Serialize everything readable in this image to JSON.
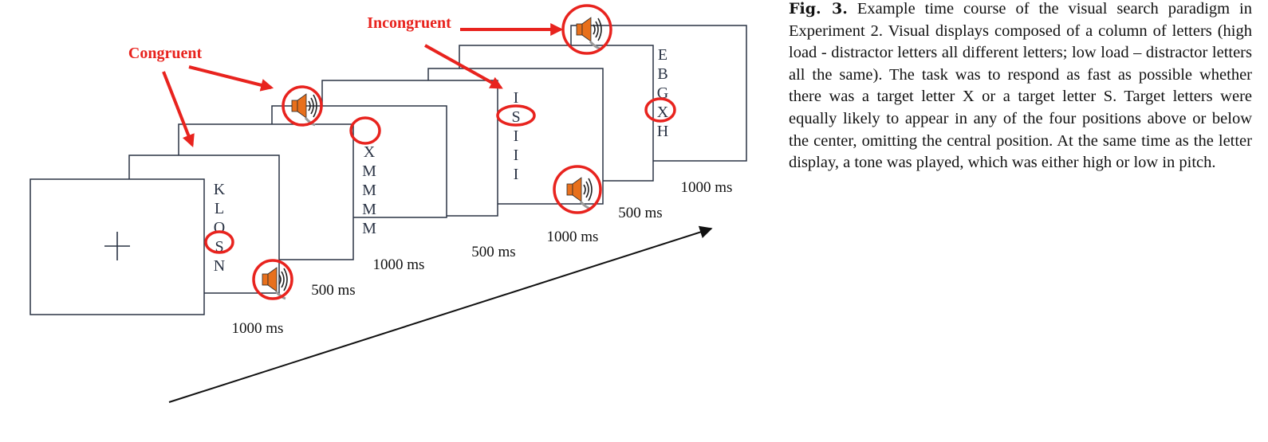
{
  "colors": {
    "frame": "#2a3344",
    "text": "#111111",
    "letters": "#2a3344",
    "highlight": "#e8231e",
    "speaker": "#e8701c"
  },
  "annotations": {
    "congruent": "Congruent",
    "incongruent": "Incongruent"
  },
  "icons": {
    "fixation": "cross-icon",
    "speaker": "speaker-icon",
    "time_arrow": "arrow-icon"
  },
  "frames": [
    {
      "letters": [
        "+"
      ],
      "duration": "1000 ms"
    },
    {
      "letters": [
        "K",
        "L",
        "O",
        "S",
        "N"
      ],
      "duration": "500 ms",
      "target": "S"
    },
    {
      "letters": [],
      "duration": "1000 ms"
    },
    {
      "letters": [
        "X",
        "M",
        "M",
        "M",
        "M"
      ],
      "duration": "500 ms",
      "target": "X"
    },
    {
      "letters": [],
      "duration": "1000 ms"
    },
    {
      "letters": [
        "I",
        "S",
        "I",
        "I",
        "I"
      ],
      "duration": "500 ms",
      "target": "S"
    },
    {
      "letters": [],
      "duration": "1000 ms"
    },
    {
      "letters": [
        "E",
        "B",
        "G",
        "X",
        "H"
      ],
      "duration": "",
      "target": "X"
    }
  ],
  "caption": {
    "label": "Fig. 3.",
    "text": "Example time course of the visual search paradigm in Experiment 2. Visual displays composed of a column of letters (high load - distractor letters all different letters; low load – distractor letters all the same). The task was to respond as fast as possible whether there was a target letter X or a target letter S. Target letters were equally likely to appear in any of the four positions above or below the center, omitting the central position. At the same time as the letter display, a tone was played, which was either high or low in pitch."
  }
}
